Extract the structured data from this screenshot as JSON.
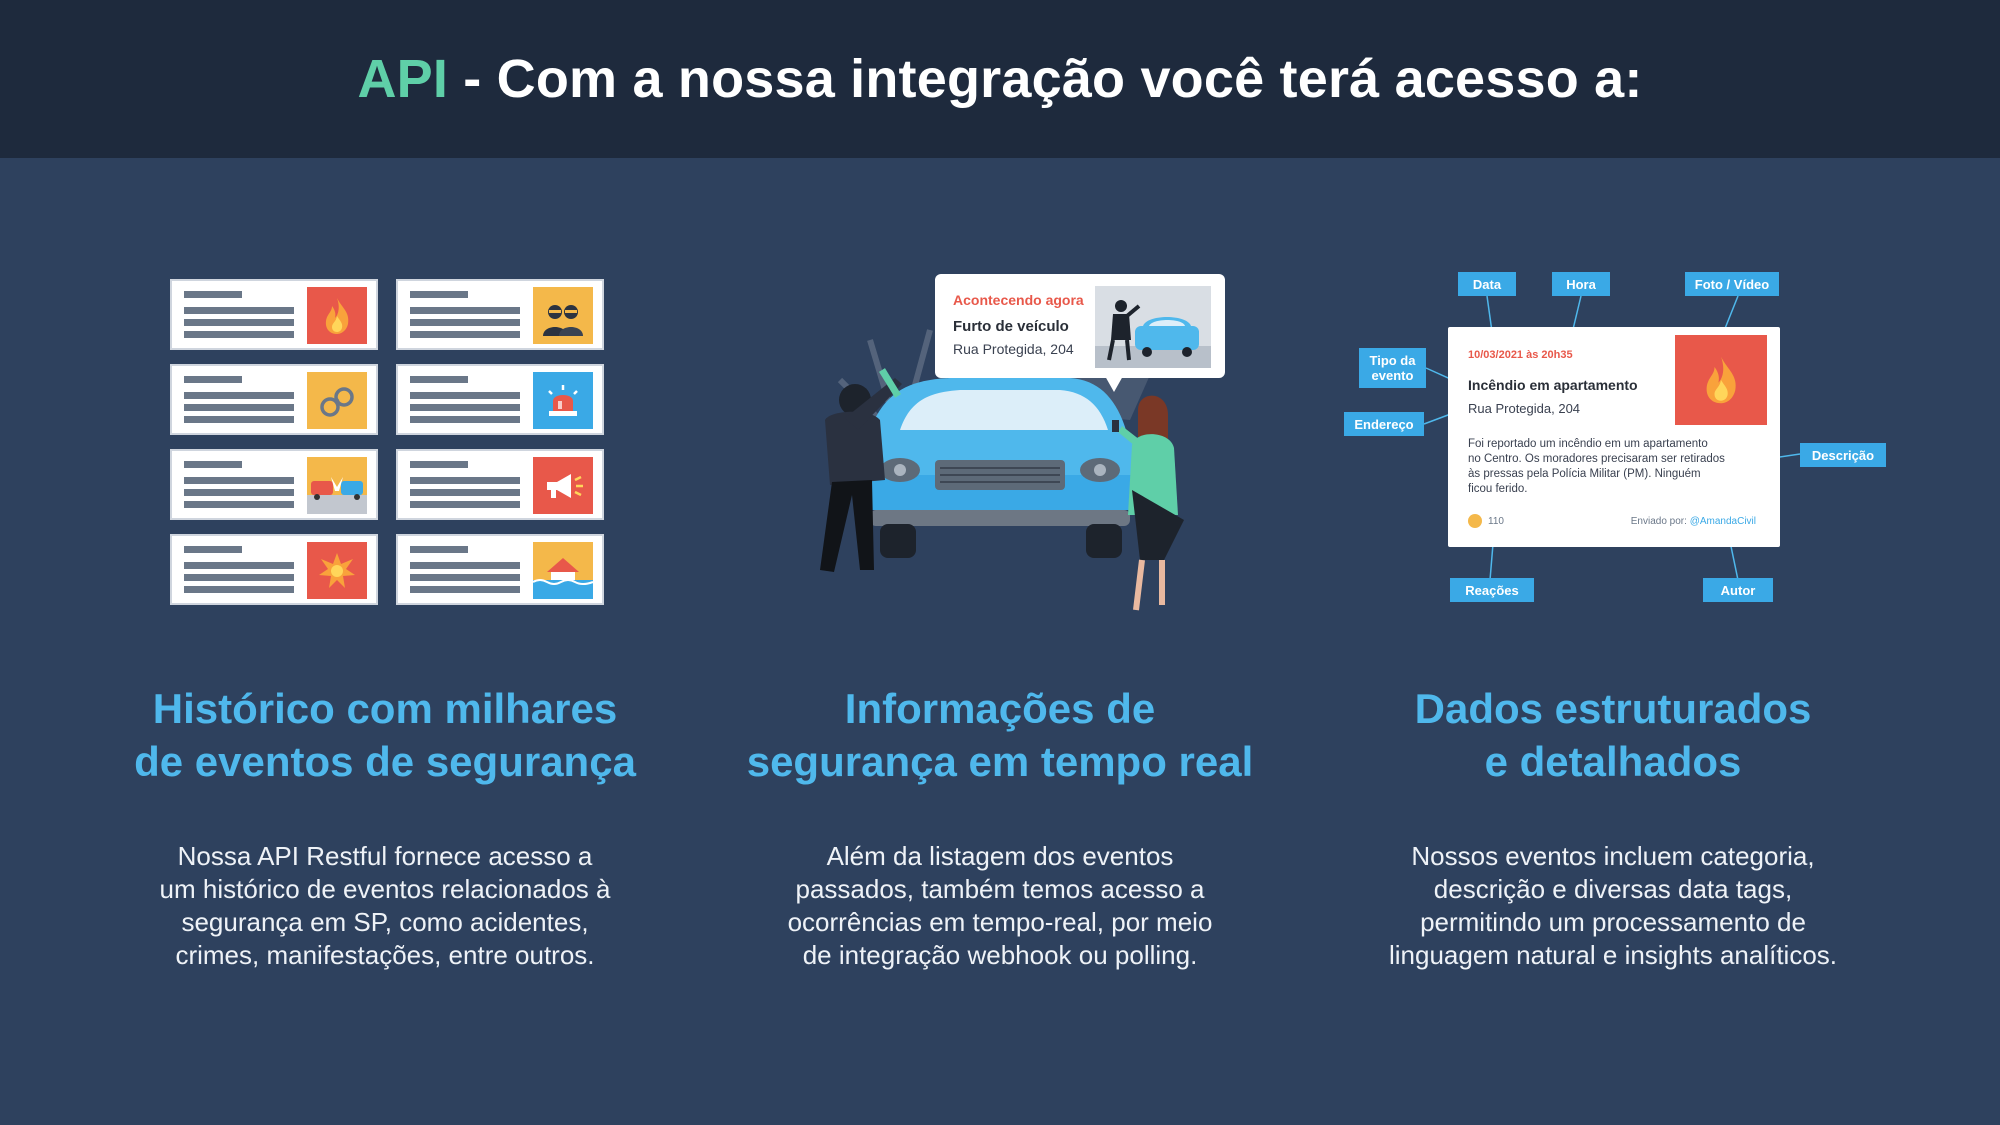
{
  "header": {
    "accent": "API",
    "rest": " - Com a nossa integração você terá acesso a:"
  },
  "columns": [
    {
      "title_line1": "Histórico com milhares",
      "title_line2": "de eventos de segurança",
      "desc": [
        "Nossa API Restful fornece acesso a",
        "um histórico de eventos relacionados à",
        "segurança em SP, como acidentes,",
        "crimes, manifestações, entre outros."
      ]
    },
    {
      "title_line1": "Informações de",
      "title_line2": "segurança em tempo real",
      "desc": [
        "Além da listagem dos eventos",
        "passados, também temos acesso a",
        "ocorrências em tempo-real, por meio",
        "de integração webhook ou polling."
      ]
    },
    {
      "title_line1": "Dados estruturados",
      "title_line2": "e detalhados",
      "desc": [
        "Nossos eventos incluem categoria,",
        "descrição e diversas data tags,",
        "permitindo um processamento de",
        "linguagem natural e insights analíticos."
      ]
    }
  ],
  "realtime_card": {
    "status": "Acontecendo agora",
    "title": "Furto de veículo",
    "address": "Rua Protegida, 204"
  },
  "event_card": {
    "datetime": "10/03/2021 às 20h35",
    "title": "Incêndio em apartamento",
    "address": "Rua Protegida, 204",
    "description": [
      "Foi reportado um incêndio em um apartamento",
      "no Centro. Os moradores precisaram ser retirados",
      "às pressas pela Polícia Militar (PM). Ninguém",
      "ficou ferido."
    ],
    "reactions": "110",
    "sent_by_label": "Enviado por:",
    "author": "@AmandaCivil"
  },
  "tags": {
    "data": "Data",
    "hora": "Hora",
    "foto": "Foto / Vídeo",
    "tipo_line1": "Tipo da",
    "tipo_line2": "evento",
    "endereco": "Endereço",
    "descricao": "Descrição",
    "reacoes": "Reações",
    "autor": "Autor"
  },
  "card_thumbs": [
    {
      "icon": "fire-icon",
      "bg": "#e8584a"
    },
    {
      "icon": "robbers-icon",
      "bg": "#f4b84a"
    },
    {
      "icon": "handcuffs-icon",
      "bg": "#f4b84a"
    },
    {
      "icon": "siren-icon",
      "bg": "#3aa9e6"
    },
    {
      "icon": "car-crash-icon",
      "bg": "#f4b84a"
    },
    {
      "icon": "megaphone-icon",
      "bg": "#e8584a"
    },
    {
      "icon": "explosion-icon",
      "bg": "#e8584a"
    },
    {
      "icon": "flood-icon",
      "bg": "#f4b84a"
    }
  ],
  "colors": {
    "background": "#2e415e",
    "header_bg": "#1e2a3d",
    "accent_green": "#5fcfa8",
    "title_blue": "#4fb8ec",
    "tag_blue": "#3aa9e6",
    "alert_red": "#e8584a"
  }
}
